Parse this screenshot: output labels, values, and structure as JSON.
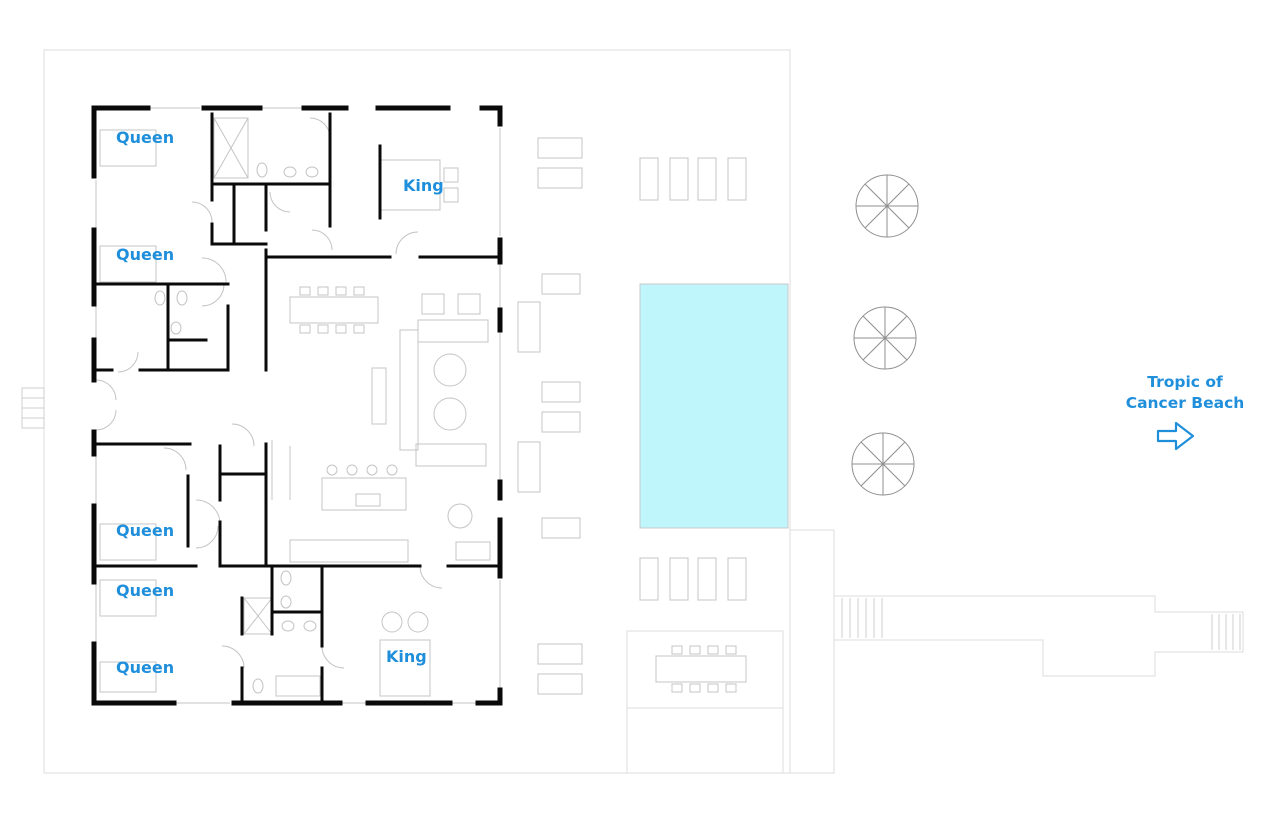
{
  "colors": {
    "label": "#1f8fdb",
    "wall": "#0a0a0a",
    "thin_line": "#bfbfbf",
    "pool": "#bff6fc",
    "arrow": "#1f8fdb"
  },
  "rooms": [
    {
      "id": "queen-1",
      "label": "Queen"
    },
    {
      "id": "queen-2",
      "label": "Queen"
    },
    {
      "id": "king-1",
      "label": "King"
    },
    {
      "id": "queen-3",
      "label": "Queen"
    },
    {
      "id": "queen-4",
      "label": "Queen"
    },
    {
      "id": "queen-5",
      "label": "Queen"
    },
    {
      "id": "king-2",
      "label": "King"
    }
  ],
  "beach": {
    "line1": "Tropic of",
    "line2": "Cancer Beach",
    "icon": "right-arrow-icon"
  }
}
